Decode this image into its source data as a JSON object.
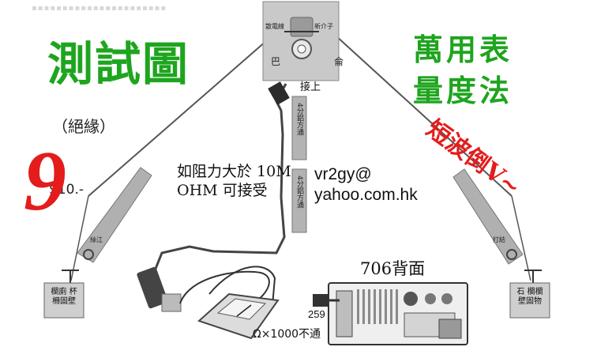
{
  "title_left": "測試圖",
  "title_right_line1": "萬用表",
  "title_right_line2": "量度法",
  "insulation_label": "（絕緣）",
  "price_number": "9",
  "price_text": "$10.-",
  "resistance_note": "如阻力大於 10M OHM 可接受",
  "email_line1": "vr2gy@",
  "email_line2": "yahoo.com.hk",
  "shortwave_label": "短波倒V~",
  "radio_label": "706背面",
  "connector_label": "259",
  "meter_note": "Ω×1000不通",
  "attach_label": "接上",
  "box_left_char": "巴",
  "box_right_char": "侖",
  "box_tag_left": "散電線",
  "box_tag_right": "新介子",
  "coax_tag_upper": "4分鋁方通",
  "coax_tag_lower": "4分鋁方通",
  "left_insulator_tag": "絲江",
  "right_insulator_tag": "打結",
  "left_anchor_text": "欄廁 杯 柵固壁",
  "right_anchor_text": "石 欄欄 壁固物",
  "colors": {
    "title_green": "#1ea51e",
    "accent_red": "#e41c1c",
    "wire": "#444444",
    "component_gray": "#a8a8a8"
  }
}
